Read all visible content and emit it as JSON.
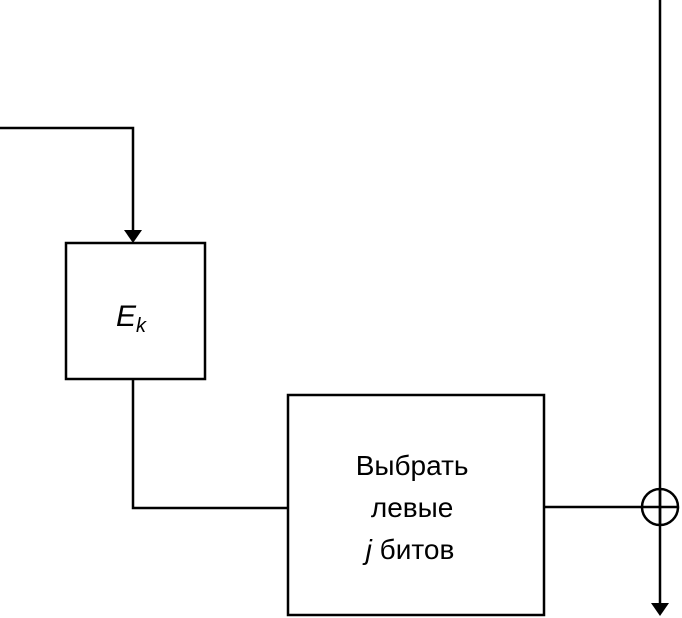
{
  "cipher_block": {
    "symbol": "E",
    "subscript": "k"
  },
  "select_block": {
    "line1": "Выбрать",
    "line2": "левые",
    "line3_var": "j",
    "line3_text": " битов"
  },
  "xor_symbol": "⊕",
  "colors": {
    "stroke": "#000000",
    "background": "#ffffff"
  }
}
